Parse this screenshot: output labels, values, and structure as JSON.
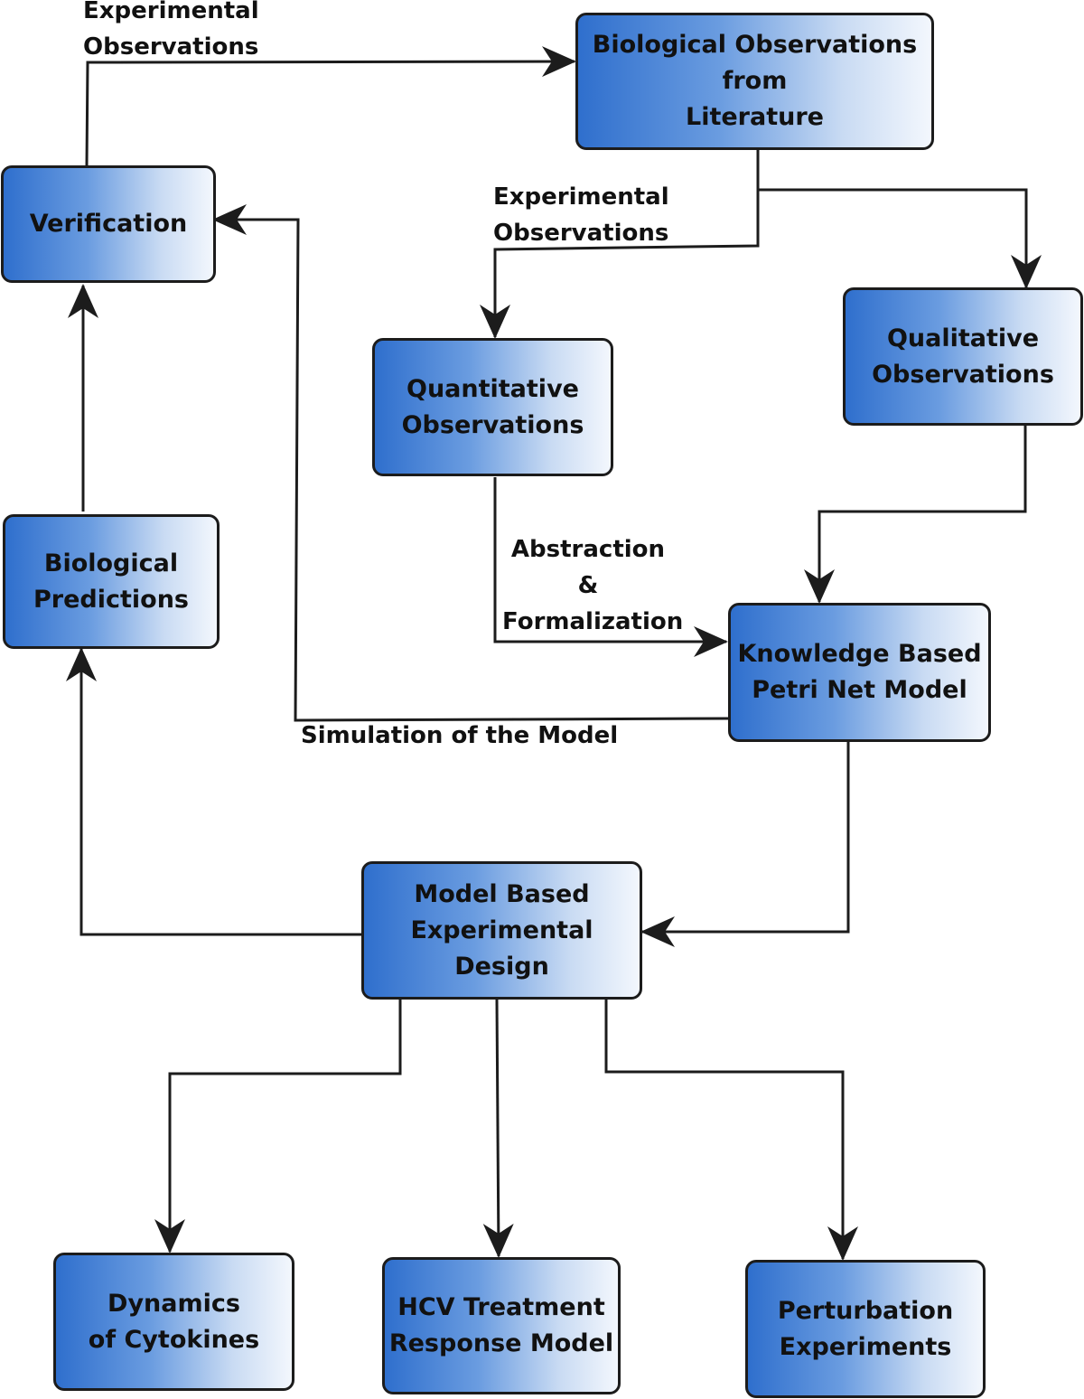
{
  "nodes": {
    "bio_obs_literature": "Biological Observations\nfrom\nLiterature",
    "verification": "Verification",
    "quantitative": "Quantitative\nObservations",
    "qualitative": "Qualitative\nObservations",
    "bio_predictions": "Biological\nPredictions",
    "knowledge_model": "Knowledge Based\nPetri Net Model",
    "model_design": "Model Based\nExperimental Design",
    "cytokines": "Dynamics\nof Cytokines",
    "hcv_model": "HCV Treatment\nResponse Model",
    "perturbation": "Perturbation\nExperiments"
  },
  "edge_labels": {
    "exp_obs_top": "Experimental\nObservations",
    "exp_obs_mid": "Experimental\nObservations",
    "abstraction": "Abstraction\n&\nFormalization",
    "simulation": "Simulation of the Model"
  },
  "colors": {
    "box_gradient_start": "#2f6fcd",
    "box_gradient_end": "#f3f7fd",
    "stroke": "#1c1c1c"
  }
}
